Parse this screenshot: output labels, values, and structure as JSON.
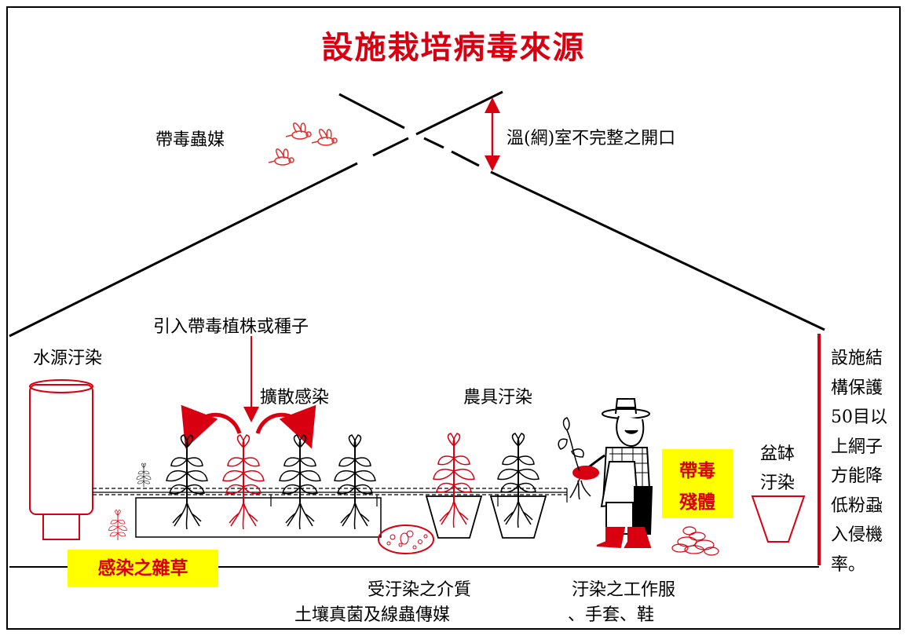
{
  "title": "設施栽培病毒來源",
  "labels": {
    "vector_insects": "帶毒蟲媒",
    "greenhouse_opening": "溫(網)室不完整之開口",
    "infected_plants": "引入帶毒植株或種子",
    "water_contamination": "水源汙染",
    "spread_infection": "擴散感染",
    "tool_contamination": "農具汙染",
    "pot_contamination_1": "盆缽",
    "pot_contamination_2": "汙染",
    "virus_residue_1": "帶毒",
    "virus_residue_2": "殘體",
    "infected_weeds": "感染之雜草",
    "contaminated_medium_1": "受汙染之介質",
    "contaminated_medium_2": "土壤真菌及線蟲傳媒",
    "work_clothes_1": "汙染之工作服",
    "work_clothes_2": "、手套、鞋"
  },
  "side_note": [
    "設施結",
    "構保護",
    "50目以",
    "上網子",
    "方能降",
    "低粉蝨",
    "入侵機",
    "率。"
  ],
  "colors": {
    "accent_red": "#d80010",
    "highlight_yellow": "#ffff00",
    "line": "#000000"
  },
  "icons": [
    "fly-icon",
    "water-tank-icon",
    "plant-icon",
    "farmer-icon",
    "pot-icon",
    "residue-icon",
    "weed-icon",
    "medium-icon"
  ]
}
